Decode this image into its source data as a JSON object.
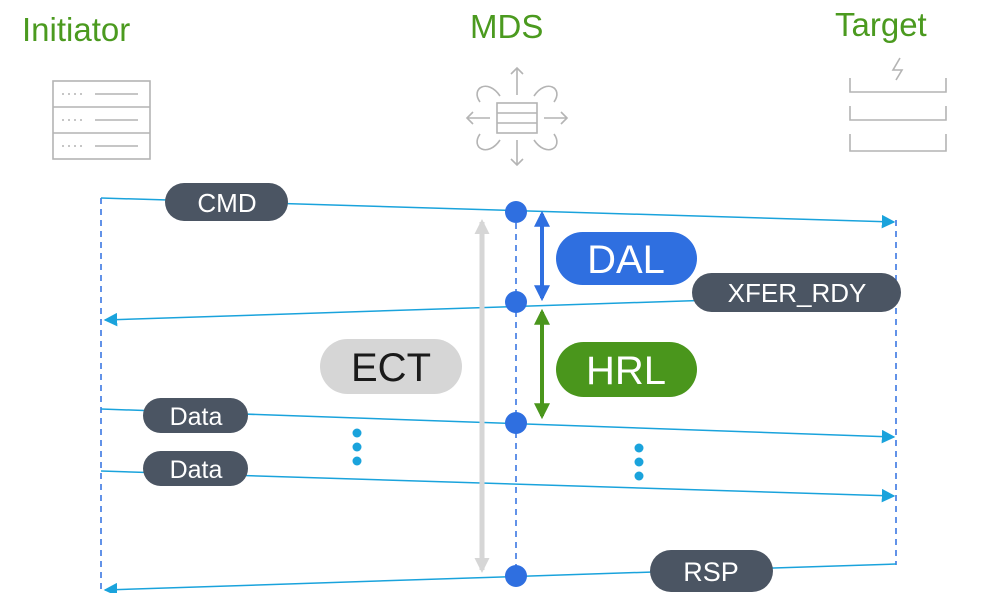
{
  "headers": {
    "initiator": "Initiator",
    "mds": "MDS",
    "target": "Target"
  },
  "icons": {
    "initiator": "server-icon",
    "mds": "switch-icon",
    "target": "storage-array-icon"
  },
  "messages": {
    "cmd": "CMD",
    "xfer_rdy": "XFER_RDY",
    "data1": "Data",
    "data2": "Data",
    "rsp": "RSP"
  },
  "metrics": {
    "dal": "DAL",
    "hrl": "HRL",
    "ect": "ECT"
  },
  "colors": {
    "header_green": "#4b9a1f",
    "line_cyan": "#1aa3dc",
    "dot_blue": "#2f6fe0",
    "dal_blue": "#2f6fe0",
    "hrl_green": "#4a961c",
    "ect_gray": "#d6d6d6",
    "pill_dark": "#4b5563",
    "icon_gray": "#b4b4b4"
  }
}
